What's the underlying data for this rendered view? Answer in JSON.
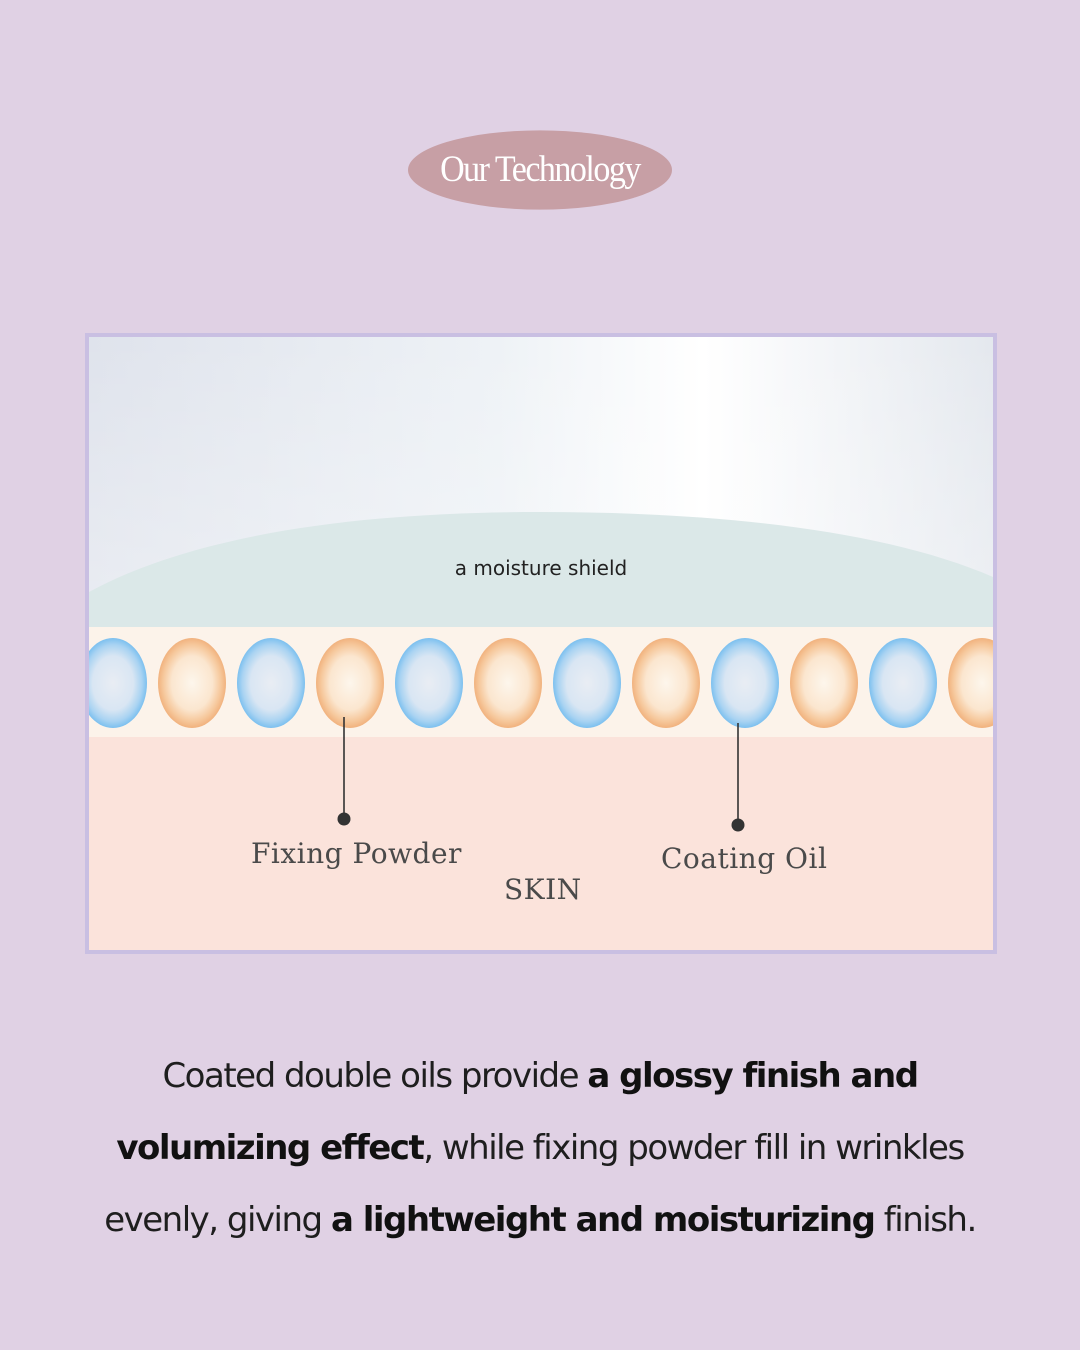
{
  "badge": {
    "text": "Our Technology"
  },
  "diagram": {
    "moisture_shield_label": "a moisture shield",
    "fixing_powder_label": "Fixing Powder",
    "coating_oil_label": "Coating Oil",
    "skin_label": "SKIN",
    "particles": [
      "blue",
      "orange",
      "blue",
      "orange",
      "blue",
      "orange",
      "blue",
      "orange",
      "blue",
      "orange",
      "blue",
      "orange"
    ],
    "colors": {
      "sky_top": "#dfe3ec",
      "shield": "#dbe8e8",
      "band": "#fcf3ea",
      "skin": "#fbe3db",
      "blue_particle_rim": "#7cc0ef",
      "orange_particle_rim": "#f1b27e"
    }
  },
  "description": {
    "line1_regular": "Coated double oils provide ",
    "line1_bold": "a glossy finish and",
    "line2_bold": "volumizing effect",
    "line2_regular": ", while fixing powder fill in wrinkles",
    "line3_regular_a": "evenly, giving ",
    "line3_bold": "a lightweight and moisturizing",
    "line3_regular_b": " finish."
  },
  "colors": {
    "background": "#e0d1e4",
    "badge": "#c79fa5",
    "frame_border": "#c9bfe2"
  }
}
